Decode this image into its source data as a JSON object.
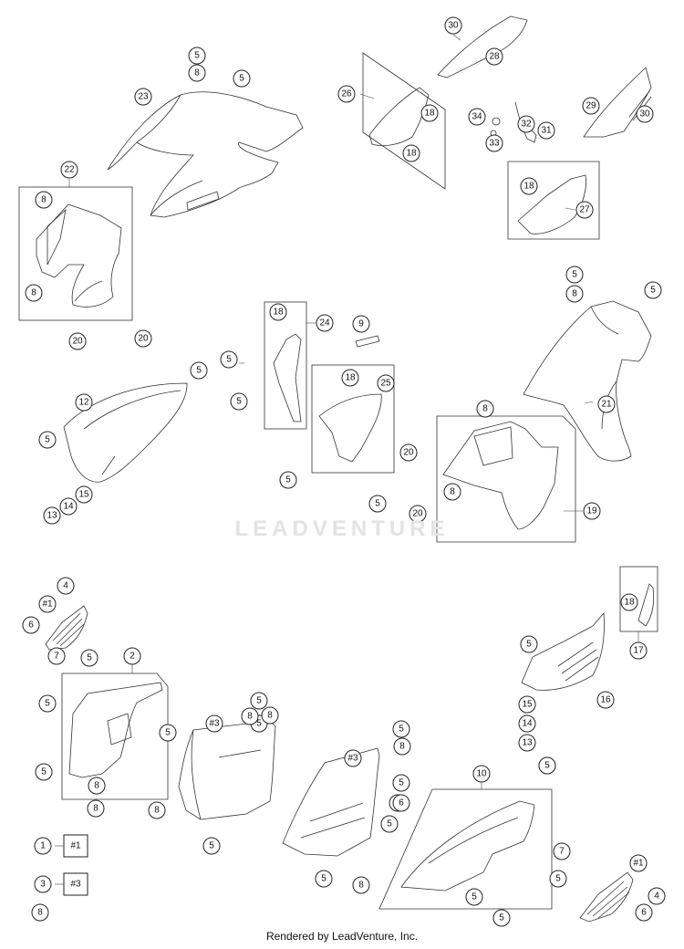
{
  "footer_text": "Rendered by LeadVenture, Inc.",
  "watermark_text": "LEADVENTURE",
  "callouts": [
    {
      "label": "30"
    },
    {
      "label": "28"
    },
    {
      "label": "5"
    },
    {
      "label": "8"
    },
    {
      "label": "5"
    },
    {
      "label": "23"
    },
    {
      "label": "26"
    },
    {
      "label": "18"
    },
    {
      "label": "18"
    },
    {
      "label": "34"
    },
    {
      "label": "32"
    },
    {
      "label": "31"
    },
    {
      "label": "33"
    },
    {
      "label": "29"
    },
    {
      "label": "30"
    },
    {
      "label": "22"
    },
    {
      "label": "8"
    },
    {
      "label": "8"
    },
    {
      "label": "18"
    },
    {
      "label": "27"
    },
    {
      "label": "20"
    },
    {
      "label": "20"
    },
    {
      "label": "5"
    },
    {
      "label": "8"
    },
    {
      "label": "5"
    },
    {
      "label": "18"
    },
    {
      "label": "24"
    },
    {
      "label": "9"
    },
    {
      "label": "5"
    },
    {
      "label": "5"
    },
    {
      "label": "12"
    },
    {
      "label": "5"
    },
    {
      "label": "5"
    },
    {
      "label": "18"
    },
    {
      "label": "25"
    },
    {
      "label": "21"
    },
    {
      "label": "8"
    },
    {
      "label": "20"
    },
    {
      "label": "8"
    },
    {
      "label": "20"
    },
    {
      "label": "19"
    },
    {
      "label": "5"
    },
    {
      "label": "5"
    },
    {
      "label": "15"
    },
    {
      "label": "14"
    },
    {
      "label": "13"
    },
    {
      "label": "4"
    },
    {
      "label": "#1"
    },
    {
      "label": "6"
    },
    {
      "label": "7"
    },
    {
      "label": "5"
    },
    {
      "label": "2"
    },
    {
      "label": "5"
    },
    {
      "label": "8"
    },
    {
      "label": "5"
    },
    {
      "label": "18"
    },
    {
      "label": "17"
    },
    {
      "label": "5"
    },
    {
      "label": "16"
    },
    {
      "label": "15"
    },
    {
      "label": "14"
    },
    {
      "label": "13"
    },
    {
      "label": "5"
    },
    {
      "label": "8"
    },
    {
      "label": "5"
    },
    {
      "label": "#3"
    },
    {
      "label": "5"
    },
    {
      "label": "8"
    },
    {
      "label": "5"
    },
    {
      "label": "8"
    },
    {
      "label": "#3"
    },
    {
      "label": "5"
    },
    {
      "label": "6"
    },
    {
      "label": "5"
    },
    {
      "label": "10"
    },
    {
      "label": "5"
    },
    {
      "label": "5"
    },
    {
      "label": "8"
    },
    {
      "label": "5"
    },
    {
      "label": "5"
    },
    {
      "label": "8"
    },
    {
      "label": "7"
    },
    {
      "label": "5"
    },
    {
      "label": "#1"
    },
    {
      "label": "4"
    },
    {
      "label": "6"
    },
    {
      "label": "1"
    },
    {
      "label": "#1"
    },
    {
      "label": "3"
    },
    {
      "label": "#3"
    },
    {
      "label": "5"
    },
    {
      "label": "6"
    },
    {
      "label": "8"
    },
    {
      "label": "5"
    },
    {
      "label": "8"
    }
  ]
}
